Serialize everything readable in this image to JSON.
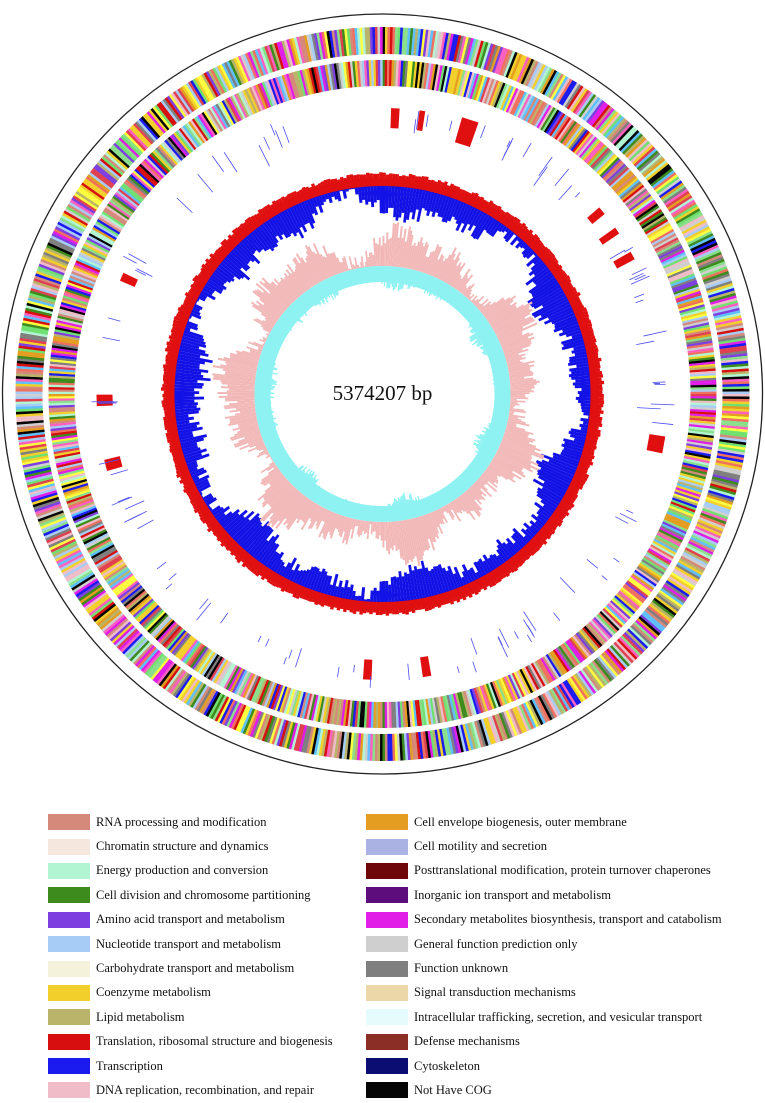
{
  "center_label": "5374207 bp",
  "legend": {
    "left": [
      {
        "label": "RNA processing and modification",
        "color": "#d4897a"
      },
      {
        "label": "Chromatin structure and dynamics",
        "color": "#f6e7de"
      },
      {
        "label": "Energy production and conversion",
        "color": "#b2f5d2"
      },
      {
        "label": "Cell division and chromosome partitioning",
        "color": "#3d8a1d"
      },
      {
        "label": "Amino acid transport and metabolism",
        "color": "#7e3fe0"
      },
      {
        "label": "Nucleotide transport and metabolism",
        "color": "#a7cdf6"
      },
      {
        "label": "Carbohydrate transport and metabolism",
        "color": "#f5f2dc"
      },
      {
        "label": "Coenzyme metabolism",
        "color": "#f2cf2a"
      },
      {
        "label": "Lipid metabolism",
        "color": "#b9b46a"
      },
      {
        "label": "Translation, ribosomal structure and biogenesis",
        "color": "#d80f0f"
      },
      {
        "label": "Transcription",
        "color": "#1b1bf0"
      },
      {
        "label": "DNA replication, recombination, and repair",
        "color": "#efbcc8"
      }
    ],
    "right": [
      {
        "label": "Cell envelope biogenesis, outer membrane",
        "color": "#e49d20"
      },
      {
        "label": "Cell motility and secretion",
        "color": "#a9b2e2"
      },
      {
        "label": "Posttranslational modification, protein turnover chaperones",
        "color": "#6d0709"
      },
      {
        "label": "Inorganic ion transport and metabolism",
        "color": "#5e0d7c"
      },
      {
        "label": "Secondary metabolites biosynthesis, transport and catabolism",
        "color": "#e01ee8"
      },
      {
        "label": "General function prediction only",
        "color": "#cfcfcf"
      },
      {
        "label": "Function unknown",
        "color": "#7f7f7f"
      },
      {
        "label": "Signal transduction mechanisms",
        "color": "#ecd7a9"
      },
      {
        "label": "Intracellular trafficking, secretion, and vesicular transport",
        "color": "#e6fbfb"
      },
      {
        "label": "Defense mechanisms",
        "color": "#8a2e26"
      },
      {
        "label": "Cytoskeleton",
        "color": "#0c0d72"
      },
      {
        "label": "Not Have COG",
        "color": "#050505"
      }
    ]
  },
  "track_colors": {
    "outer_circle": "#222222",
    "rrna": "#e01010",
    "trna": "#4b4bf0",
    "gc_content": "#e01010",
    "gc_skew_outer": "#1212e6",
    "depth_outer": "#f2b8b8",
    "depth_inner": "#8ef2f2"
  }
}
